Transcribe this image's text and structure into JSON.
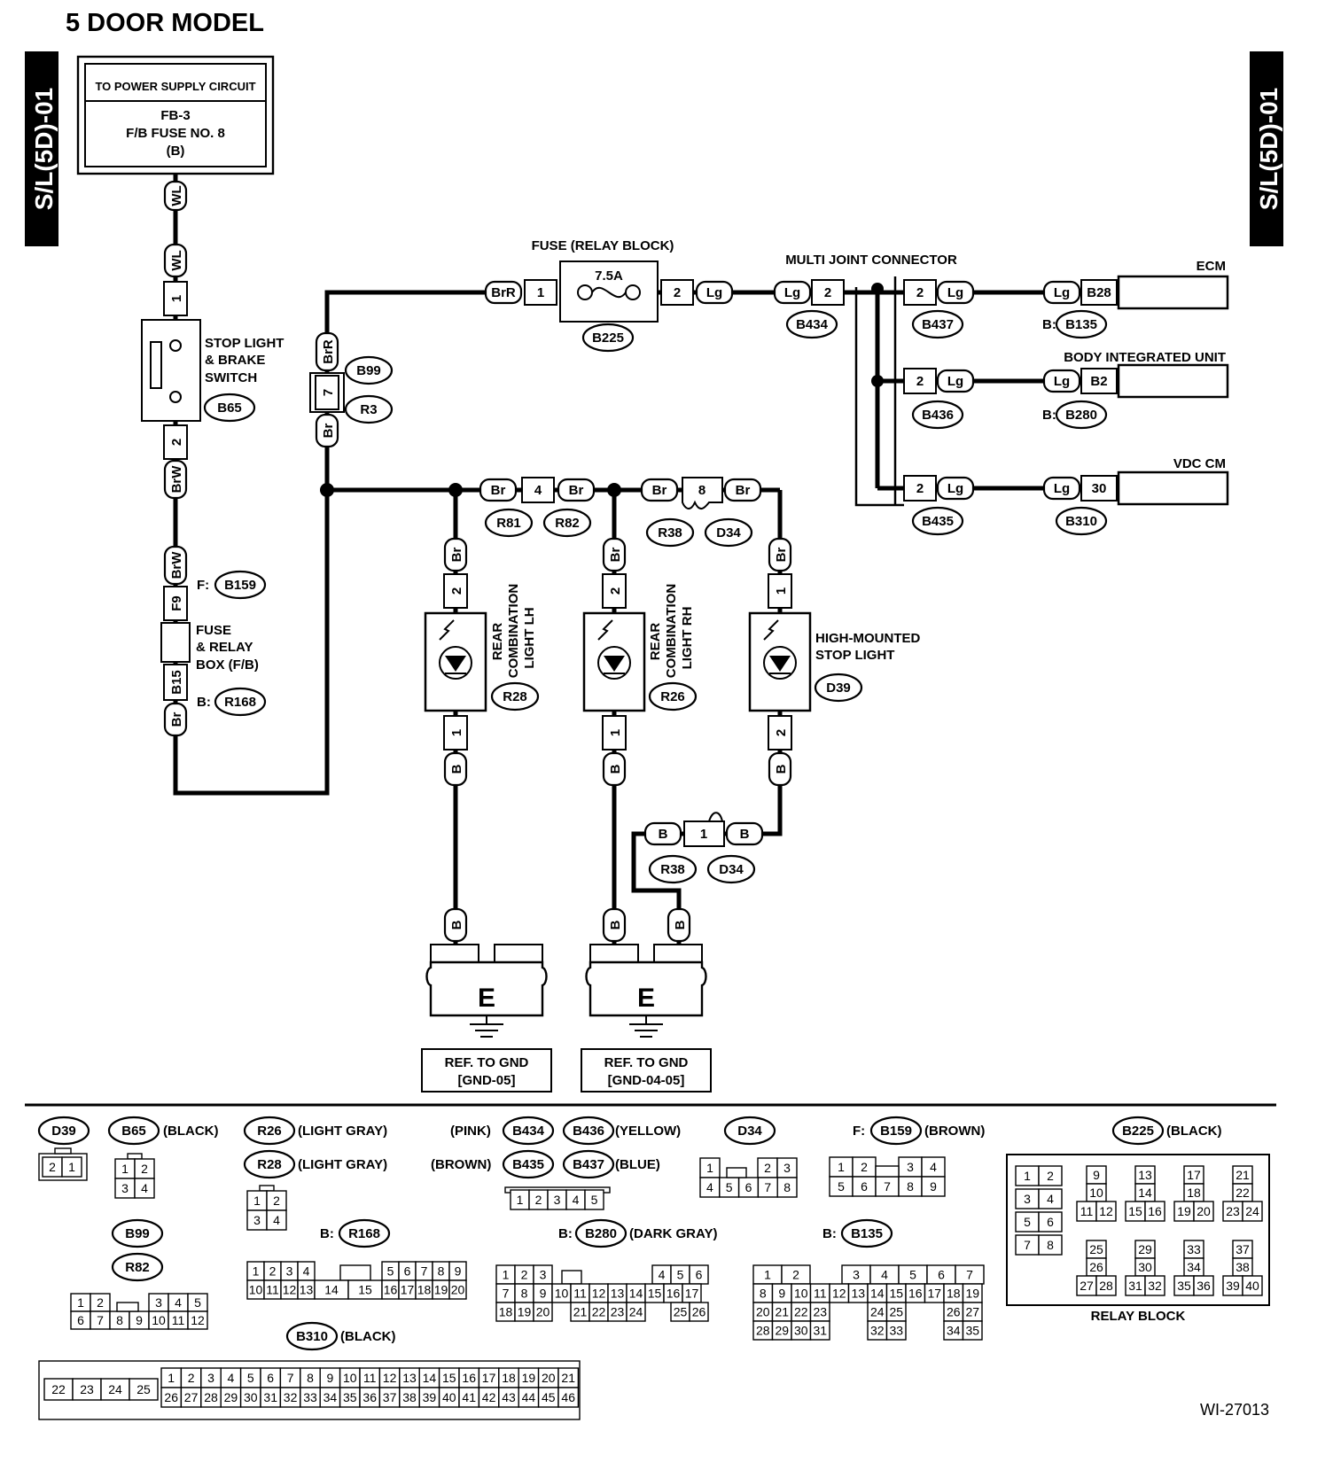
{
  "title": "5 DOOR MODEL",
  "side_tags": {
    "left": "S/L(5D)-01",
    "right": "S/L(5D)-01"
  },
  "figure_id": "WI-27013",
  "power_box": {
    "line1": "TO POWER SUPPLY CIRCUIT",
    "line2": "FB-3",
    "line3": "F/B FUSE NO. 8",
    "line4": "(B)"
  },
  "labels": {
    "fuse_relay_block": "FUSE (RELAY BLOCK)",
    "fuse_rating": "7.5A",
    "multi_joint": "MULTI JOINT CONNECTOR",
    "stop_switch": [
      "STOP LIGHT",
      "& BRAKE",
      "SWITCH"
    ],
    "fuse_relay_box": [
      "FUSE",
      "& RELAY",
      "BOX (F/B)"
    ],
    "rear_lh": [
      "REAR",
      "COMBINATION",
      "LIGHT LH"
    ],
    "rear_rh": [
      "REAR",
      "COMBINATION",
      "LIGHT RH"
    ],
    "high_mount": [
      "HIGH-MOUNTED",
      "STOP LIGHT"
    ],
    "ecm": "ECM",
    "biu": "BODY INTEGRATED UNIT",
    "vdc": "VDC CM",
    "gnd1": [
      "REF. TO GND",
      "[GND-05]"
    ],
    "gnd2": [
      "REF. TO GND",
      "[GND-04-05]"
    ],
    "ground_letter": "E",
    "relay_block": "RELAY BLOCK",
    "prefix_f": "F:",
    "prefix_b": "B:"
  },
  "connectors": {
    "b65": "B65",
    "b159": "B159",
    "r168": "R168",
    "b99": "B99",
    "r3": "R3",
    "b225": "B225",
    "b434": "B434",
    "b437": "B437",
    "b135": "B135",
    "b436": "B436",
    "b280": "B280",
    "b435": "B435",
    "b310": "B310",
    "r81": "R81",
    "r82": "R82",
    "r38": "R38",
    "d34": "D34",
    "r28": "R28",
    "r26": "R26",
    "d39": "D39"
  },
  "wires": {
    "wl": "WL",
    "brw": "BrW",
    "br": "Br",
    "brr": "BrR",
    "lg": "Lg",
    "b": "B"
  },
  "pins": {
    "p1": "1",
    "p2": "2",
    "p4": "4",
    "p7": "7",
    "p8": "8",
    "p30": "30",
    "f9": "F9",
    "b15": "B15",
    "b28": "B28",
    "b2": "B2"
  },
  "legend": {
    "d39": "D39",
    "b65": "B65",
    "b65_color": "(BLACK)",
    "r26": "R26",
    "r26_color": "(LIGHT GRAY)",
    "r28": "R28",
    "r28_color": "(LIGHT GRAY)",
    "b434": "B434",
    "b434_color": "(PINK)",
    "b436": "B436",
    "b436_color": "(YELLOW)",
    "b435": "B435",
    "b435_color": "(BROWN)",
    "b437": "B437",
    "b437_color": "(BLUE)",
    "d34": "D34",
    "b159": "B159",
    "b159_color": "(BROWN)",
    "b225": "B225",
    "b225_color": "(BLACK)",
    "b99": "B99",
    "r82": "R82",
    "r168": "R168",
    "b280": "B280",
    "b280_color": "(DARK GRAY)",
    "b135": "B135",
    "b310": "B310",
    "b310_color": "(BLACK)"
  },
  "pinouts": {
    "d39": [
      "2",
      "1"
    ],
    "b65": [
      "1",
      "2",
      "3",
      "4"
    ],
    "r26": [
      "1",
      "2",
      "3",
      "4"
    ],
    "b434": [
      "1",
      "2",
      "3",
      "4",
      "5"
    ],
    "d34": [
      "1",
      "2",
      "3",
      "4",
      "5",
      "6",
      "7",
      "8"
    ],
    "b159": [
      "1",
      "2",
      "3",
      "4",
      "5",
      "6",
      "7",
      "8",
      "9"
    ],
    "b99": [
      "1",
      "2",
      "3",
      "4",
      "5",
      "6",
      "7",
      "8",
      "9",
      "10",
      "11",
      "12"
    ],
    "r168": [
      "1",
      "2",
      "3",
      "4",
      "5",
      "6",
      "7",
      "8",
      "9",
      "10",
      "11",
      "12",
      "13",
      "14",
      "15",
      "16",
      "17",
      "18",
      "19",
      "20"
    ],
    "b280": [
      "1",
      "2",
      "3",
      "4",
      "5",
      "6",
      "7",
      "8",
      "9",
      "10",
      "11",
      "12",
      "13",
      "14",
      "15",
      "16",
      "17",
      "18",
      "19",
      "20",
      "21",
      "22",
      "23",
      "24",
      "25",
      "26"
    ],
    "b135": [
      "1",
      "2",
      "3",
      "4",
      "5",
      "6",
      "7",
      "8",
      "9",
      "10",
      "11",
      "12",
      "13",
      "14",
      "15",
      "16",
      "17",
      "18",
      "19",
      "20",
      "21",
      "22",
      "23",
      "24",
      "25",
      "26",
      "27",
      "28",
      "29",
      "30",
      "31",
      "32",
      "33",
      "34",
      "35"
    ],
    "b310_left": [
      "22",
      "23",
      "24",
      "25"
    ],
    "b310_top": [
      "1",
      "2",
      "3",
      "4",
      "5",
      "6",
      "7",
      "8",
      "9",
      "10",
      "11",
      "12",
      "13",
      "14",
      "15",
      "16",
      "17",
      "18",
      "19",
      "20",
      "21"
    ],
    "b310_bottom": [
      "26",
      "27",
      "28",
      "29",
      "30",
      "31",
      "32",
      "33",
      "34",
      "35",
      "36",
      "37",
      "38",
      "39",
      "40",
      "41",
      "42",
      "43",
      "44",
      "45",
      "46"
    ],
    "relay": [
      "1",
      "2",
      "3",
      "4",
      "5",
      "6",
      "7",
      "8",
      "9",
      "10",
      "11",
      "12",
      "13",
      "14",
      "15",
      "16",
      "17",
      "18",
      "19",
      "20",
      "21",
      "22",
      "23",
      "24",
      "25",
      "26",
      "27",
      "28",
      "29",
      "30",
      "31",
      "32",
      "33",
      "34",
      "35",
      "36",
      "37",
      "38",
      "39",
      "40"
    ]
  }
}
